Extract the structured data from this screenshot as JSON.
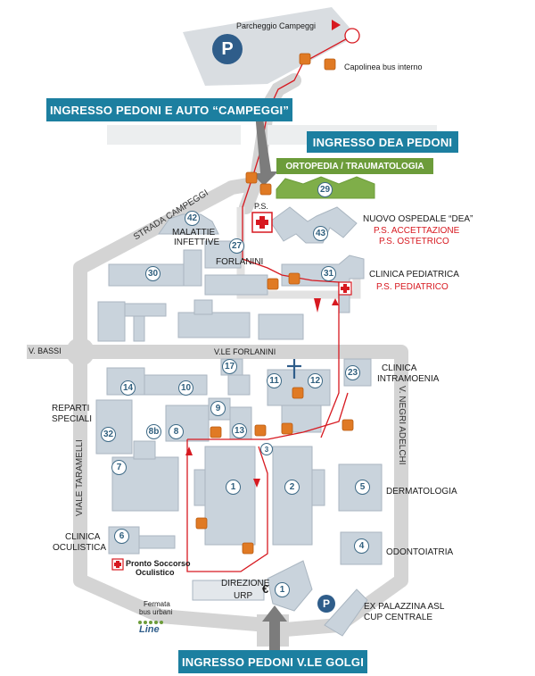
{
  "colors": {
    "building": "#c9d3dc",
    "building_stroke": "#aab6c1",
    "road": "#d4d4d4",
    "banner": "#1c7fa0",
    "green": "#6c9c3a",
    "route": "#d71920",
    "badge_stroke": "#3e6a86",
    "parking": "#2f5d8a"
  },
  "banners": {
    "top": "INGRESSO PEDONI E AUTO “CAMPEGGI”",
    "dea": "INGRESSO DEA PEDONI",
    "bottom": "INGRESSO PEDONI V.LE GOLGI",
    "ortopedia": "ORTOPEDIA / TRAUMATOLOGIA"
  },
  "labels": {
    "parcheggio": "Parcheggio Campeggi",
    "capolinea": "Capolinea bus interno",
    "ps": "P.S.",
    "nuovo_ospedale": "NUOVO OSPEDALE “DEA”",
    "ps_accettazione": "P.S. ACCETTAZIONE",
    "ps_ostetrico": "P.S. OSTETRICO",
    "clinica_pediatrica": "CLINICA PEDIATRICA",
    "ps_pediatrico": "P.S. PEDIATRICO",
    "malattie": "MALATTIE",
    "infettive": "INFETTIVE",
    "forlanini": "FORLANINI",
    "v_bassi": "V. BASSI",
    "vle_forlanini": "V.LE FORLANINI",
    "clinica": "CLINICA",
    "intramoenia": "INTRAMOENIA",
    "reparti": "REPARTI",
    "speciali": "SPECIALI",
    "dermatologia": "DERMATOLOGIA",
    "odontoiatria": "ODONTOIATRIA",
    "clinica_oculistica_1": "CLINICA",
    "clinica_oculistica_2": "OCULISTICA",
    "pronto_soccorso_1": "Pronto Soccorso",
    "pronto_soccorso_2": "Oculistico",
    "direzione": "DIREZIONE",
    "urp": "URP",
    "fermata_1": "Fermata",
    "fermata_2": "bus urbani",
    "line_logo": "Line",
    "ex_palazzina": "EX PALAZZINA ASL",
    "cup": "CUP CENTRALE",
    "parking_symbol": "P",
    "euro_symbol": "€"
  },
  "street_labels": {
    "strada_campeggi": "STRADA CAMPEGGI",
    "viale_taramelli": "VIALE TARAMELLI",
    "v_negri_adelchi": "V. NEGRI ADELCHI"
  },
  "buildings": {
    "b1": "1",
    "b2": "2",
    "b3": "3",
    "b4": "4",
    "b5": "5",
    "b6": "6",
    "b7": "7",
    "b8": "8",
    "b8b": "8b",
    "b9": "9",
    "b10": "10",
    "b11": "11",
    "b12": "12",
    "b13": "13",
    "b14": "14",
    "b17": "17",
    "b23": "23",
    "b27": "27",
    "b29": "29",
    "b30": "30",
    "b31": "31",
    "b32": "32",
    "b42": "42",
    "b43": "43"
  }
}
